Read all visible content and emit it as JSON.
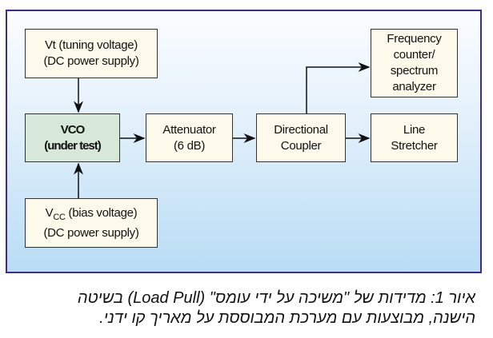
{
  "diagram": {
    "boxes": {
      "vt": {
        "line1": "Vt (tuning voltage)",
        "line2": "(DC power supply)"
      },
      "vco": {
        "line1": "VCO",
        "line2": "(under test)"
      },
      "attenuator": {
        "line1": "Attenuator",
        "line2": "(6 dB)"
      },
      "coupler": {
        "line1": "Directional",
        "line2": "Coupler"
      },
      "freq": {
        "line1": "Frequency",
        "line2": "counter/",
        "line3": "spectrum",
        "line4": "analyzer"
      },
      "stretcher": {
        "line1": "Line",
        "line2": "Stretcher"
      },
      "vcc": {
        "v": "V",
        "sub": "CC",
        "line1_rest": " (bias voltage)",
        "line2": "(DC power supply)"
      }
    },
    "colors": {
      "frame_border": "#3a2e8a",
      "box_fill": "#fdfaeb",
      "vco_fill": "#d8e8d8"
    }
  },
  "caption": {
    "line1": "איור 1: מדידות של \"משיכה על ידי עומס\" (Load Pull) בשיטה",
    "line2": "הישנה, מבוצעות עם מערכת המבוססת על מאריך קו ידני."
  }
}
